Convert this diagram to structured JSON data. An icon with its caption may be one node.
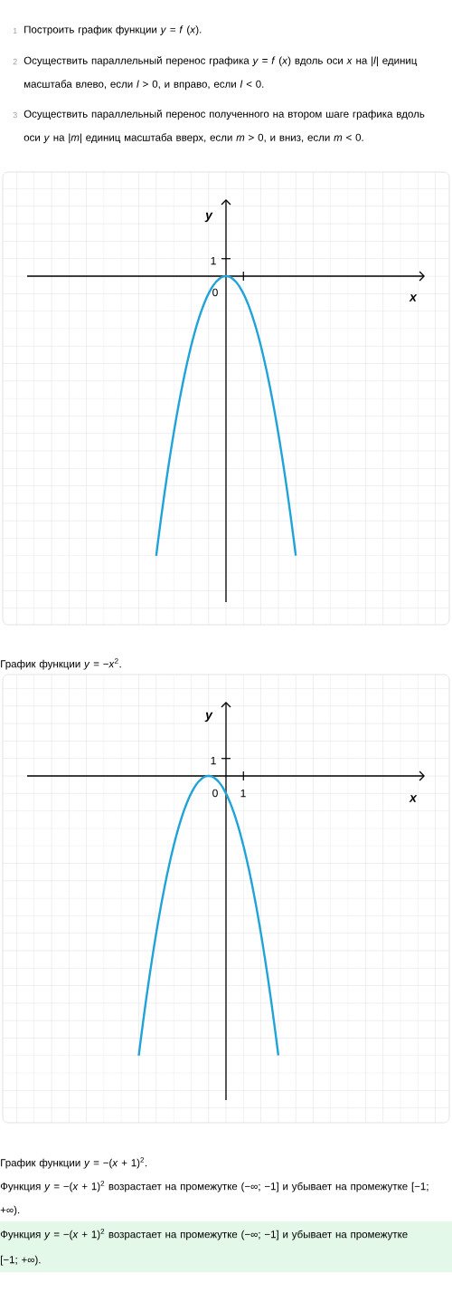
{
  "diagram": {
    "labels": [
      "1",
      "Построить график функции *y* = *f* (*x*).",
      "2",
      "Осуществить параллельный перенос графика *y* = *f* (*x*) вдоль оси *x* на |*l*| единиц масштаба влево, если *l* > 0, и вправо, если *l* < 0.",
      "3",
      "Осуществить параллельный перенос полученного на втором шаге графика вдоль оси *y* на |*m*| единиц масштаба вверх, если *m* > 0, и вниз, если *m* < 0.",
      "y",
      "1",
      "0",
      "x",
      "График функции *y* = −*x*$^{2}$.",
      "y",
      "1",
      "0",
      "1",
      "x",
      "График функции *y* = −(*x* + 1)$^{2}$.",
      "Функция *y* = −(*x* + 1)$^{2}$ возрастает на промежутке (−∞; −1] и убывает на промежутке [−1; +∞).",
      "Функция *y* = −(*x* + 1)$^{2}$ возрастает на промежутке (−∞; −1] и убывает на промежутке [−1; +∞)."
    ]
  }
}
